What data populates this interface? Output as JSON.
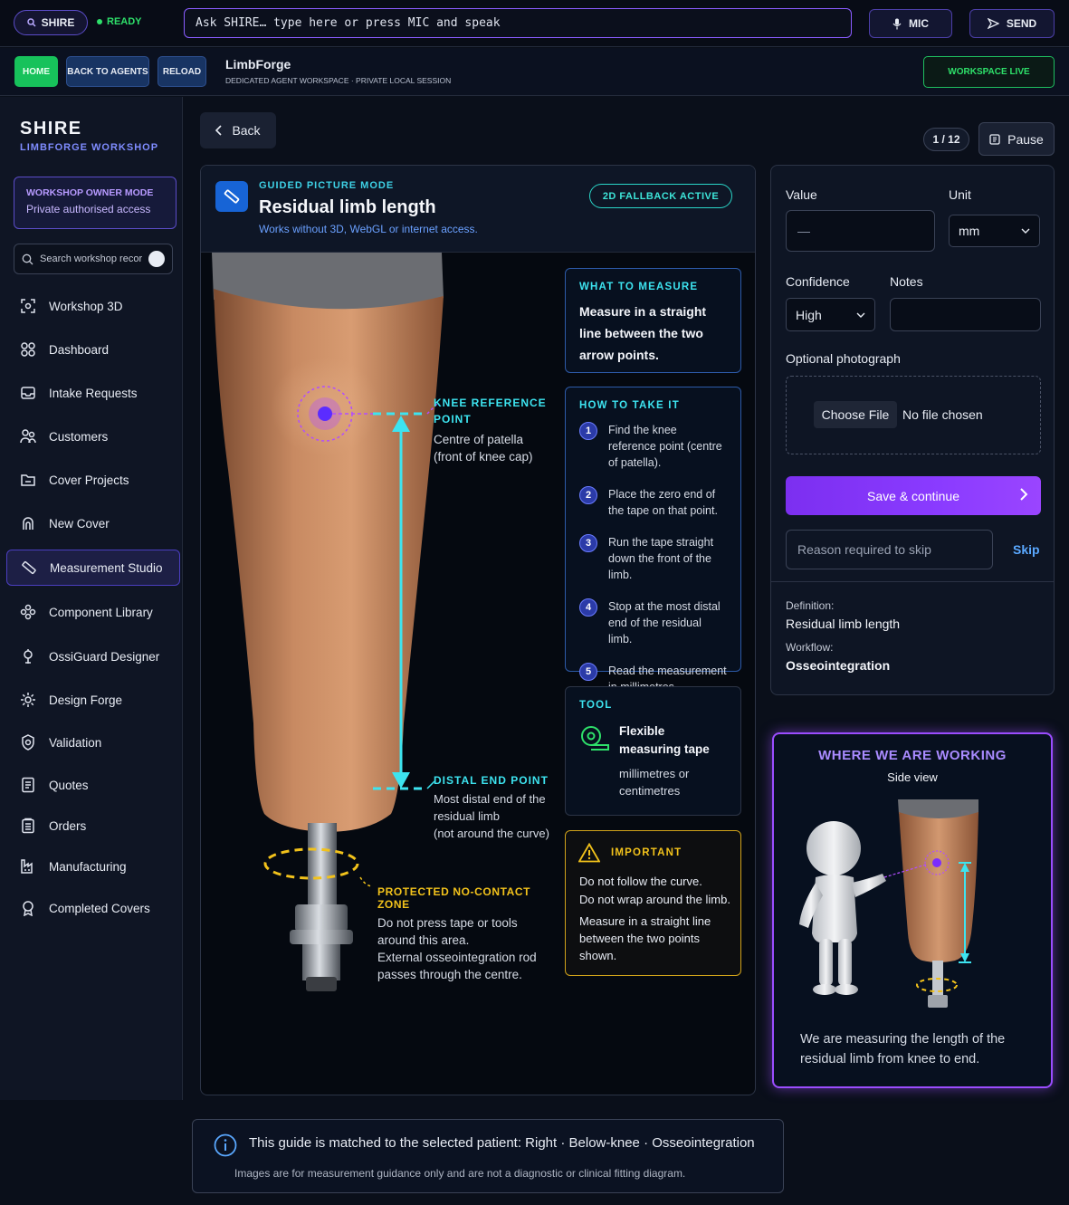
{
  "topbar": {
    "shire_label": "SHIRE",
    "status": "READY",
    "ask_placeholder": "Ask SHIRE… type here or press MIC and speak",
    "mic_label": "MIC",
    "send_label": "SEND"
  },
  "subbar": {
    "home": "HOME",
    "back_to_agents": "BACK TO AGENTS",
    "reload": "RELOAD",
    "title": "LimbForge",
    "subtitle": "DEDICATED AGENT WORKSPACE · PRIVATE LOCAL SESSION",
    "workspace_status": "WORKSPACE LIVE"
  },
  "sidebar": {
    "brand": "SHIRE",
    "brand_sub": "LIMBFORGE WORKSHOP",
    "owner_title": "WORKSHOP OWNER MODE",
    "owner_sub": "Private authorised access",
    "search_placeholder": "Search workshop records...",
    "items": [
      {
        "label": "Workshop 3D",
        "icon": "scan-icon"
      },
      {
        "label": "Dashboard",
        "icon": "grid-icon"
      },
      {
        "label": "Intake Requests",
        "icon": "inbox-icon"
      },
      {
        "label": "Customers",
        "icon": "users-icon"
      },
      {
        "label": "Cover Projects",
        "icon": "folder-icon"
      },
      {
        "label": "New Cover",
        "icon": "shield-plus-icon"
      },
      {
        "label": "Measurement Studio",
        "icon": "ruler-icon",
        "active": true
      },
      {
        "label": "Component Library",
        "icon": "components-icon"
      },
      {
        "label": "OssiGuard Designer",
        "icon": "bolt-icon"
      },
      {
        "label": "Design Forge",
        "icon": "gear-icon"
      },
      {
        "label": "Validation",
        "icon": "shield-check-icon"
      },
      {
        "label": "Quotes",
        "icon": "document-icon"
      },
      {
        "label": "Orders",
        "icon": "clipboard-icon"
      },
      {
        "label": "Manufacturing",
        "icon": "factory-icon"
      },
      {
        "label": "Completed Covers",
        "icon": "award-icon"
      }
    ]
  },
  "nav": {
    "back": "Back",
    "counter": "1 / 12",
    "pause": "Pause"
  },
  "guide": {
    "mode": "GUIDED PICTURE MODE",
    "title": "Residual limb length",
    "subtitle": "Works without 3D, WebGL or internet access.",
    "fallback_badge": "2D FALLBACK ACTIVE",
    "knee_title_1": "KNEE REFERENCE",
    "knee_title_2": "POINT",
    "knee_body_1": "Centre of patella",
    "knee_body_2": "(front of knee cap)",
    "distal_title": "DISTAL END POINT",
    "distal_body_1": "Most distal end of the",
    "distal_body_2": "residual limb",
    "distal_body_3": "(not around the curve)",
    "zone_title": "PROTECTED NO-CONTACT ZONE",
    "zone_body_1": "Do not press tape or tools",
    "zone_body_2": "around this area.",
    "zone_body_3": "External osseointegration rod",
    "zone_body_4": "passes through the centre.",
    "what_title": "WHAT TO MEASURE",
    "what_body": "Measure in a straight line between the two arrow points.",
    "how_title": "HOW TO TAKE IT",
    "steps": [
      {
        "n": "1",
        "text": "Find the knee reference point (centre of patella)."
      },
      {
        "n": "2",
        "text": "Place the zero end of the tape on that point."
      },
      {
        "n": "3",
        "text": "Run the tape straight down the front of the limb."
      },
      {
        "n": "4",
        "text": "Stop at the most distal end of the residual limb."
      },
      {
        "n": "5",
        "text": "Read the measurement in millimetres."
      }
    ],
    "tool_title": "TOOL",
    "tool_name_1": "Flexible",
    "tool_name_2": "measuring tape",
    "tool_units_1": "millimetres or",
    "tool_units_2": "centimetres",
    "important_title": "IMPORTANT",
    "important_1": "Do not follow the curve.",
    "important_2": "Do not wrap around the limb.",
    "important_3": "Measure in a straight line between the two points shown."
  },
  "form": {
    "value_label": "Value",
    "value_placeholder": "—",
    "unit_label": "Unit",
    "unit_value": "mm",
    "confidence_label": "Confidence",
    "confidence_value": "High",
    "notes_label": "Notes",
    "photo_label": "Optional photograph",
    "choose_file": "Choose File",
    "no_file": "No file chosen",
    "save": "Save & continue",
    "skip_placeholder": "Reason required to skip",
    "skip": "Skip",
    "definition_label": "Definition:",
    "definition_value": "Residual limb length",
    "workflow_label": "Workflow:",
    "workflow_value": "Osseointegration"
  },
  "where": {
    "title": "WHERE WE ARE WORKING",
    "subtitle": "Side view",
    "description": "We are measuring the length of the residual limb from knee to end."
  },
  "footer": {
    "line1": "This guide is matched to the selected patient: Right · Below-knee · Osseointegration",
    "line2": "Images are for measurement guidance only and are not a diagnostic or clinical fitting diagram."
  },
  "colors": {
    "accent_purple": "#8a3bff",
    "cyan": "#3de4f0",
    "green": "#17c25b",
    "warning": "#f2c21b"
  }
}
